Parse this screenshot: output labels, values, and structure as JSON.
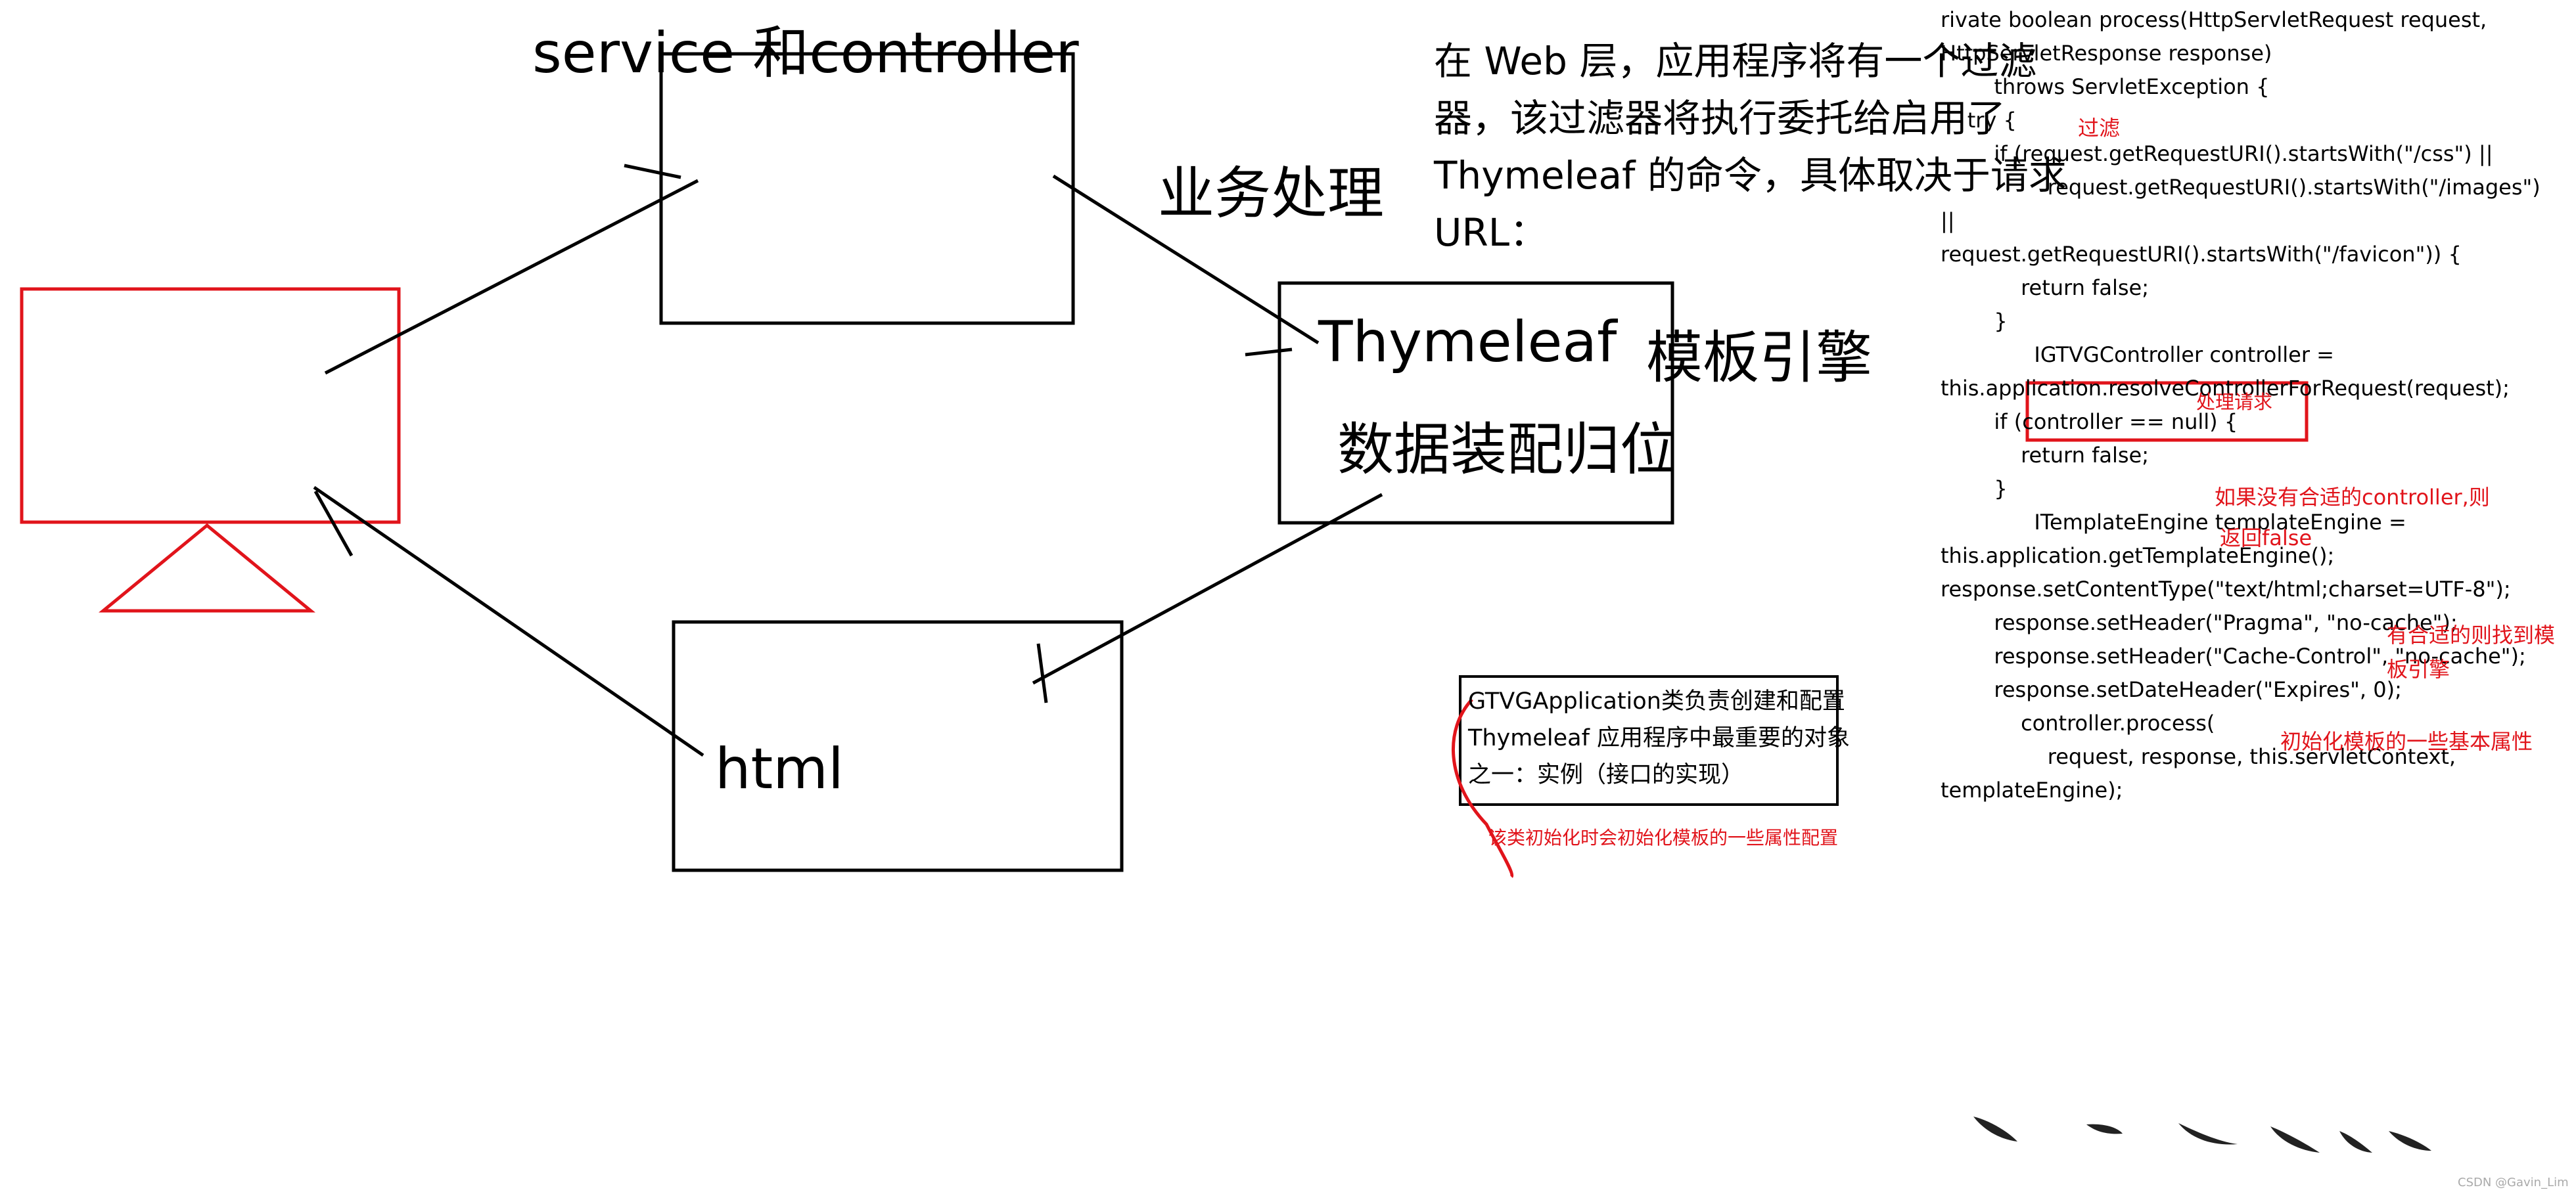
{
  "colors": {
    "ink": "#000000",
    "accent": "#e1141b"
  },
  "diagram": {
    "service_controller": "service 和controller",
    "business": "业务处理",
    "thymeleaf": "Thymeleaf",
    "template_engine": "模板引擎",
    "data_assembly": "数据装配归位",
    "html": "html"
  },
  "description": [
    "在 Web 层，应用程序将有一个过滤",
    "器，该过滤器将执行委托给启用了",
    "Thymeleaf 的命令，具体取决于请求",
    "URL："
  ],
  "app_box": [
    "GTVGApplication类负责创建和配置",
    "Thymeleaf 应用程序中最重要的对象",
    "之一：实例（接口的实现）"
  ],
  "app_note": "该类初始化时会初始化模板的一些属性配置",
  "code": [
    "rivate boolean process(HttpServletRequest request,",
    "HttpServletResponse response)",
    "        throws ServletException {",
    "    try {",
    "        if (request.getRequestURI().startsWith(\"/css\") ||",
    "                request.getRequestURI().startsWith(\"/images\")",
    "||",
    "",
    "request.getRequestURI().startsWith(\"/favicon\")) {",
    "            return false;",
    "        }",
    "",
    "              IGTVGController controller =",
    "this.application.resolveControllerForRequest(request);",
    "        if (controller == null) {",
    "            return false;",
    "        }",
    "",
    "              ITemplateEngine templateEngine =",
    "this.application.getTemplateEngine();",
    "",
    "",
    "response.setContentType(\"text/html;charset=UTF-8\");",
    "        response.setHeader(\"Pragma\", \"no-cache\");",
    "        response.setHeader(\"Cache-Control\", \"no-cache\");",
    "        response.setDateHeader(\"Expires\", 0);",
    "",
    "            controller.process(",
    "                request, response, this.servletContext,",
    "templateEngine);"
  ],
  "annotations": {
    "filter": "过滤",
    "handle_request": "处理请求",
    "no_controller_1": "如果没有合适的controller,则",
    "no_controller_2": "返回false",
    "found_engine_1": "有合适的则找到模",
    "found_engine_2": "板引擎",
    "init_props": "初始化模板的一些基本属性"
  },
  "watermark": "CSDN @Gavin_Lim"
}
